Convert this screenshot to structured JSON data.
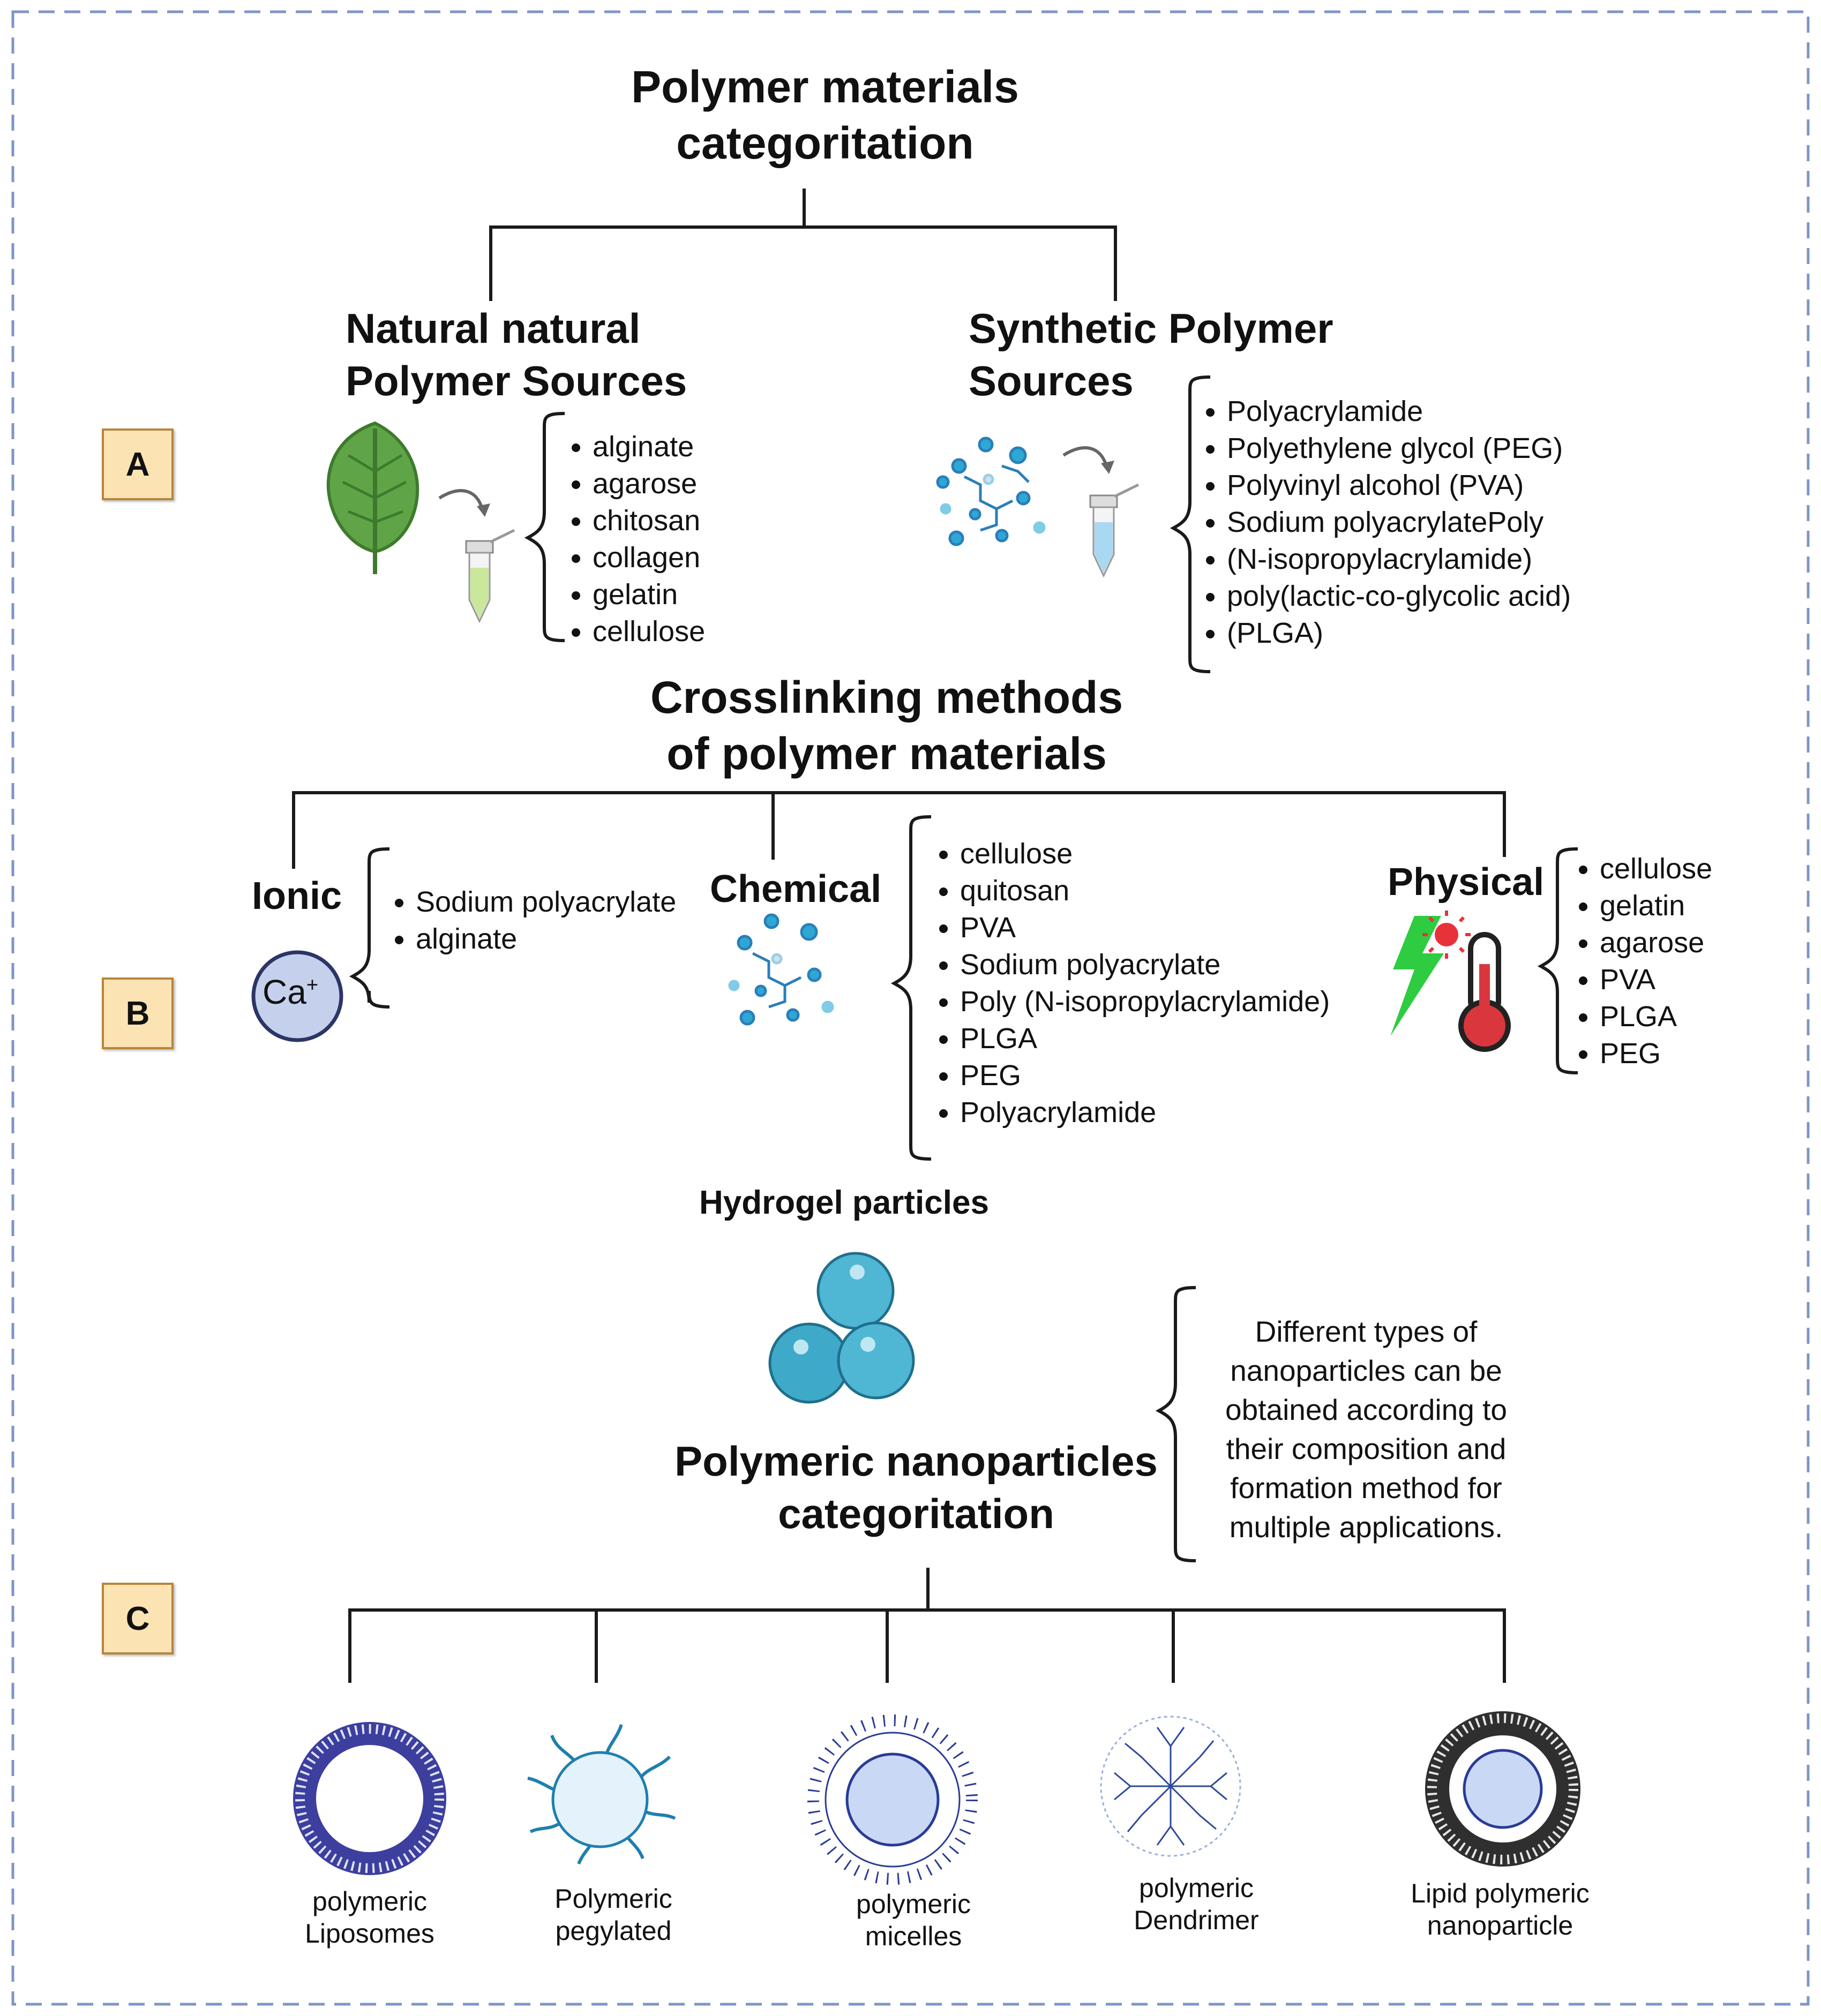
{
  "top": {
    "title_line1": "Polymer materials",
    "title_line2": "categoritation",
    "natural_line1": "Natural natural",
    "natural_line2": "Polymer Sources",
    "synthetic_line1": "Synthetic  Polymer",
    "synthetic_line2": "Sources",
    "natural_items": [
      "alginate",
      "agarose",
      "chitosan",
      "collagen",
      "gelatin",
      "cellulose"
    ],
    "synthetic_items": [
      "Polyacrylamide",
      "Polyethylene glycol (PEG)",
      "Polyvinyl alcohol (PVA)",
      "Sodium polyacrylatePoly",
      "(N-isopropylacrylamide)",
      "poly(lactic-co-glycolic acid)",
      "(PLGA)"
    ]
  },
  "crosslinking": {
    "title_line1": "Crosslinking methods",
    "title_line2": "of polymer materials",
    "ionic_label": "Ionic",
    "ion_label": "Ca",
    "ion_charge": "+",
    "ionic_items": [
      "Sodium polyacrylate",
      "alginate"
    ],
    "chemical_label": "Chemical",
    "chemical_items": [
      "cellulose",
      "quitosan",
      "PVA",
      "Sodium polyacrylate",
      "Poly (N-isopropylacrylamide)",
      "PLGA",
      "PEG",
      "Polyacrylamide"
    ],
    "physical_label": "Physical",
    "physical_items": [
      "cellulose",
      "gelatin",
      "agarose",
      "PVA",
      "PLGA",
      "PEG"
    ]
  },
  "nanoparticles": {
    "hydrogel_label": "Hydrogel particles",
    "title_line1": "Polymeric nanoparticles",
    "title_line2": "categoritation",
    "note_lines": [
      "Different types of",
      "nanoparticles can be",
      "obtained according to",
      "their composition and",
      "formation method for",
      "multiple applications."
    ],
    "types": [
      {
        "line1": "polymeric",
        "line2": "Liposomes"
      },
      {
        "line1": "Polymeric",
        "line2": "pegylated"
      },
      {
        "line1": "polymeric",
        "line2": "micelles"
      },
      {
        "line1": "polymeric",
        "line2": "Dendrimer"
      },
      {
        "line1": "Lipid polymeric",
        "line2": "nanoparticle"
      }
    ]
  },
  "badges": {
    "a": "A",
    "b": "B",
    "c": "C"
  },
  "colors": {
    "frame": "#7f95c6",
    "badge_fill": "#fbe3b3",
    "badge_border": "#b8853a",
    "leaf": "#5fa547",
    "molecule": "#2fa7d6",
    "bead": "#3fa9c9",
    "ion": "#c5d1ec",
    "thermo": "#d9363e",
    "bolt": "#2ecc40",
    "particle_core": "#c9d8f5",
    "liposome": "#3c3f9e"
  },
  "icons": [
    "leaf-icon",
    "tube-icon",
    "molecule-icon",
    "ion-icon",
    "lightning-icon",
    "thermometer-icon",
    "sun-icon",
    "hydrogel-spheres-icon",
    "liposome-icon",
    "pegylated-icon",
    "micelle-icon",
    "dendrimer-icon",
    "lipid-nanoparticle-icon"
  ]
}
